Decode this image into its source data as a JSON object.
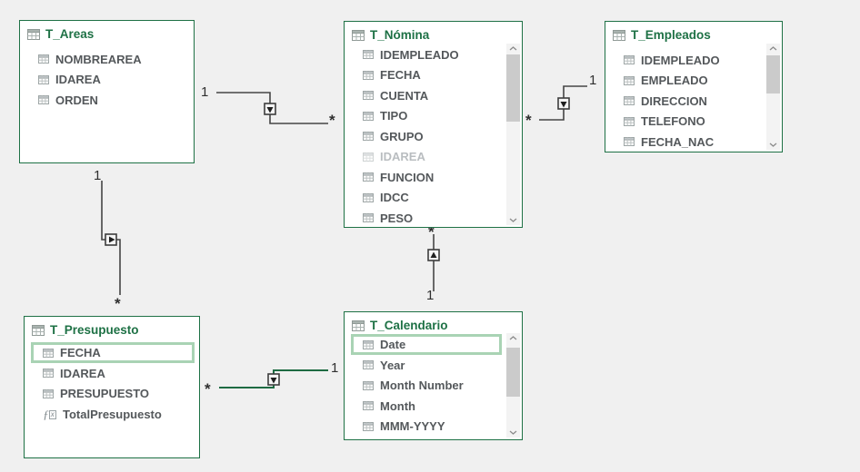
{
  "diagram": {
    "app_context": "Power Pivot diagram view",
    "colors": {
      "canvas_background": "#f0f0f0",
      "table_border_green": "#1e7145",
      "table_title_green": "#1e7145",
      "field_text": "#54585b",
      "disabled_field_text": "#b9bdc0",
      "selection_highlight_border": "#a9d3b4",
      "connector_gray": "#454545",
      "connector_active_green": "#1e6b42"
    },
    "tables": {
      "t_areas": {
        "title": "T_Areas",
        "fields": [
          {
            "name": "NOMBREAREA"
          },
          {
            "name": "IDAREA"
          },
          {
            "name": "ORDEN"
          }
        ]
      },
      "t_nomina": {
        "title": "T_Nómina",
        "fields": [
          {
            "name": "IDEMPLEADO"
          },
          {
            "name": "FECHA"
          },
          {
            "name": "CUENTA"
          },
          {
            "name": "TIPO"
          },
          {
            "name": "GRUPO"
          },
          {
            "name": "IDAREA",
            "disabled": true
          },
          {
            "name": "FUNCION"
          },
          {
            "name": "IDCC"
          },
          {
            "name": "PESO"
          }
        ]
      },
      "t_empleados": {
        "title": "T_Empleados",
        "fields": [
          {
            "name": "IDEMPLEADO"
          },
          {
            "name": "EMPLEADO"
          },
          {
            "name": "DIRECCION"
          },
          {
            "name": "TELEFONO"
          },
          {
            "name": "FECHA_NAC"
          }
        ]
      },
      "t_presupuesto": {
        "title": "T_Presupuesto",
        "fields": [
          {
            "name": "FECHA",
            "selected": true
          },
          {
            "name": "IDAREA"
          },
          {
            "name": "PRESUPUESTO"
          },
          {
            "name": "TotalPresupuesto",
            "calculated": true
          }
        ]
      },
      "t_calendario": {
        "title": "T_Calendario",
        "fields": [
          {
            "name": "Date",
            "selected": true
          },
          {
            "name": "Year"
          },
          {
            "name": "Month Number"
          },
          {
            "name": "Month"
          },
          {
            "name": "MMM-YYYY"
          }
        ]
      }
    },
    "relationships": [
      {
        "from_table": "T_Areas",
        "to_table": "T_Nómina",
        "one_label": "1",
        "many_label": "*",
        "active": false
      },
      {
        "from_table": "T_Empleados",
        "to_table": "T_Nómina",
        "one_label": "1",
        "many_label": "*",
        "active": false
      },
      {
        "from_table": "T_Areas",
        "to_table": "T_Presupuesto",
        "one_label": "1",
        "many_label": "*",
        "active": false
      },
      {
        "from_table": "T_Calendario",
        "to_table": "T_Nómina",
        "one_label": "1",
        "many_label": "*",
        "active": false
      },
      {
        "from_table": "T_Calendario",
        "to_table": "T_Presupuesto",
        "one_label": "1",
        "many_label": "*",
        "active": true
      }
    ]
  }
}
